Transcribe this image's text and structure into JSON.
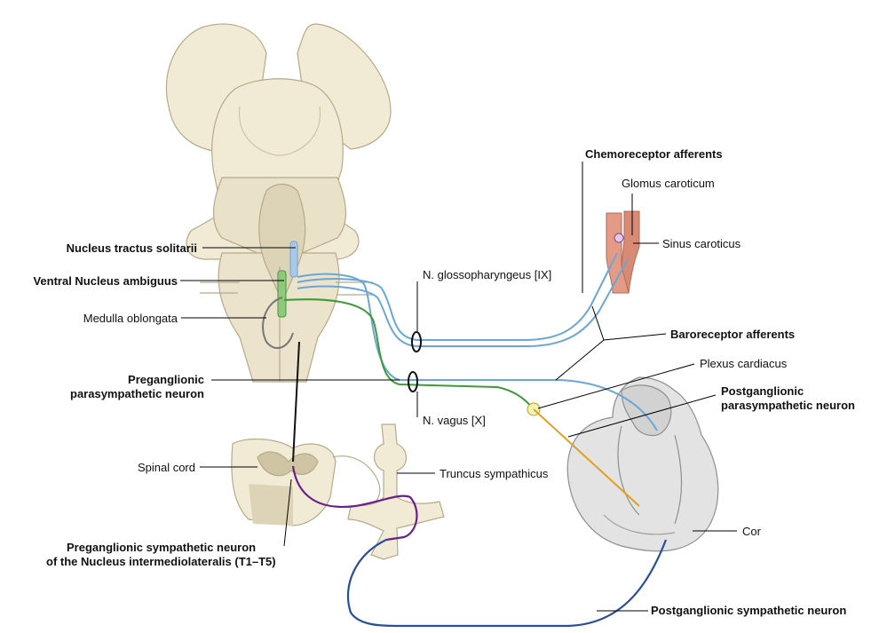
{
  "labels": {
    "nucleus_tractus_solitarii": "Nucleus tractus solitarii",
    "ventral_nucleus_ambiguus": "Ventral Nucleus ambiguus",
    "medulla_oblongata": "Medulla oblongata",
    "preganglionic_parasympathetic_line1": "Preganglionic",
    "preganglionic_parasympathetic_line2": "parasympathetic neuron",
    "spinal_cord": "Spinal cord",
    "preganglionic_sympathetic_line1": "Preganglionic sympathetic neuron",
    "preganglionic_sympathetic_line2": "of the Nucleus intermediolateralis (T1–T5)",
    "chemoreceptor_afferents": "Chemoreceptor afferents",
    "glomus_caroticum": "Glomus caroticum",
    "sinus_caroticus": "Sinus caroticus",
    "n_glossopharyngeus": "N. glossopharyngeus [IX]",
    "baroreceptor_afferents": "Baroreceptor afferents",
    "plexus_cardiacus": "Plexus cardiacus",
    "postganglionic_parasympathetic_line1": "Postganglionic",
    "postganglionic_parasympathetic_line2": "parasympathetic neuron",
    "n_vagus": "N. vagus [X]",
    "truncus_sympathicus": "Truncus sympathicus",
    "cor": "Cor",
    "postganglionic_sympathetic": "Postganglionic sympathetic neuron"
  },
  "colors": {
    "tissue_fill": "#f1ead5",
    "tissue_shade": "#ddd3b6",
    "tissue_stroke": "#b5aa8a",
    "afferent_blue": "#6aa6d6",
    "vagus_green": "#3f9a3a",
    "nucleus_green": "#8fc97b",
    "parasympathetic_orange": "#e0a020",
    "sympathetic_purple": "#6a1f8a",
    "postganglionic_sympathetic_navy": "#2a4f9a",
    "artery": "#e39b86",
    "heart_fill": "#e3e3e3",
    "leader": "#000000"
  }
}
